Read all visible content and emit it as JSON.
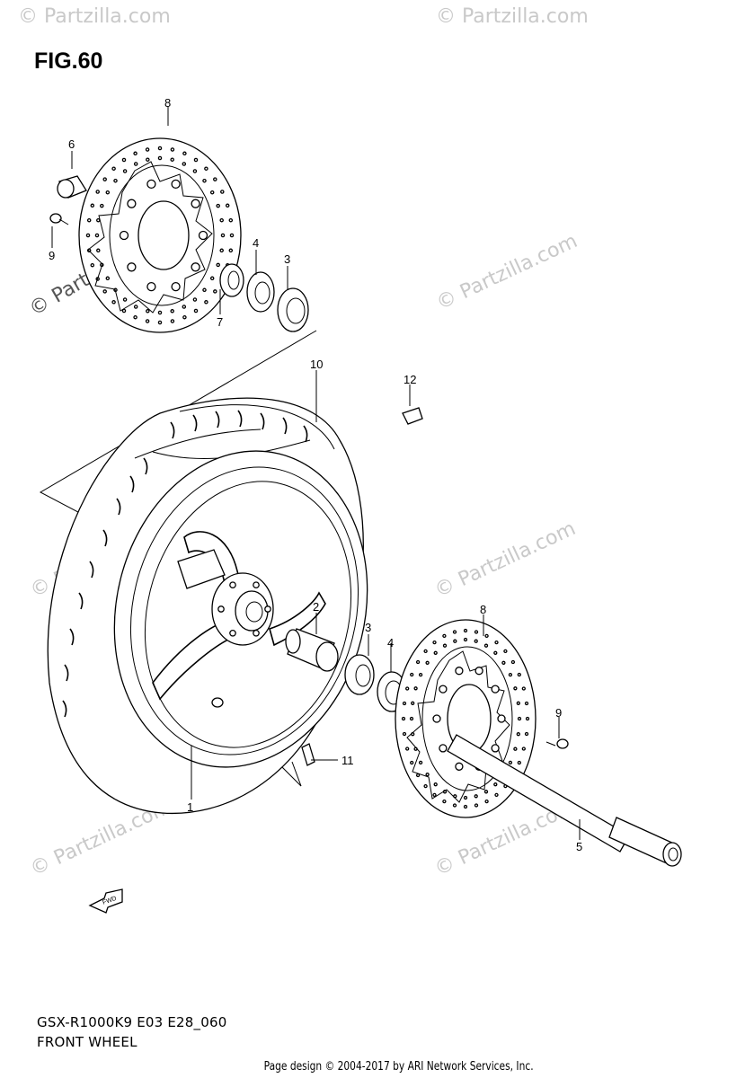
{
  "figure": {
    "title": "FIG.60",
    "model_code": "GSX-R1000K9 E03 E28_060",
    "name": "FRONT WHEEL",
    "footer": "Page design © 2004-2017 by ARI Network Services, Inc.",
    "watermark": "© Partzilla.com",
    "direction_badge": "FWD"
  },
  "callouts": {
    "c1": "1",
    "c2": "2",
    "c3a": "3",
    "c3b": "3",
    "c4a": "4",
    "c4b": "4",
    "c5": "5",
    "c6": "6",
    "c7": "7",
    "c8a": "8",
    "c8b": "8",
    "c9a": "9",
    "c9b": "9",
    "c10": "10",
    "c11": "11",
    "c12": "12"
  }
}
